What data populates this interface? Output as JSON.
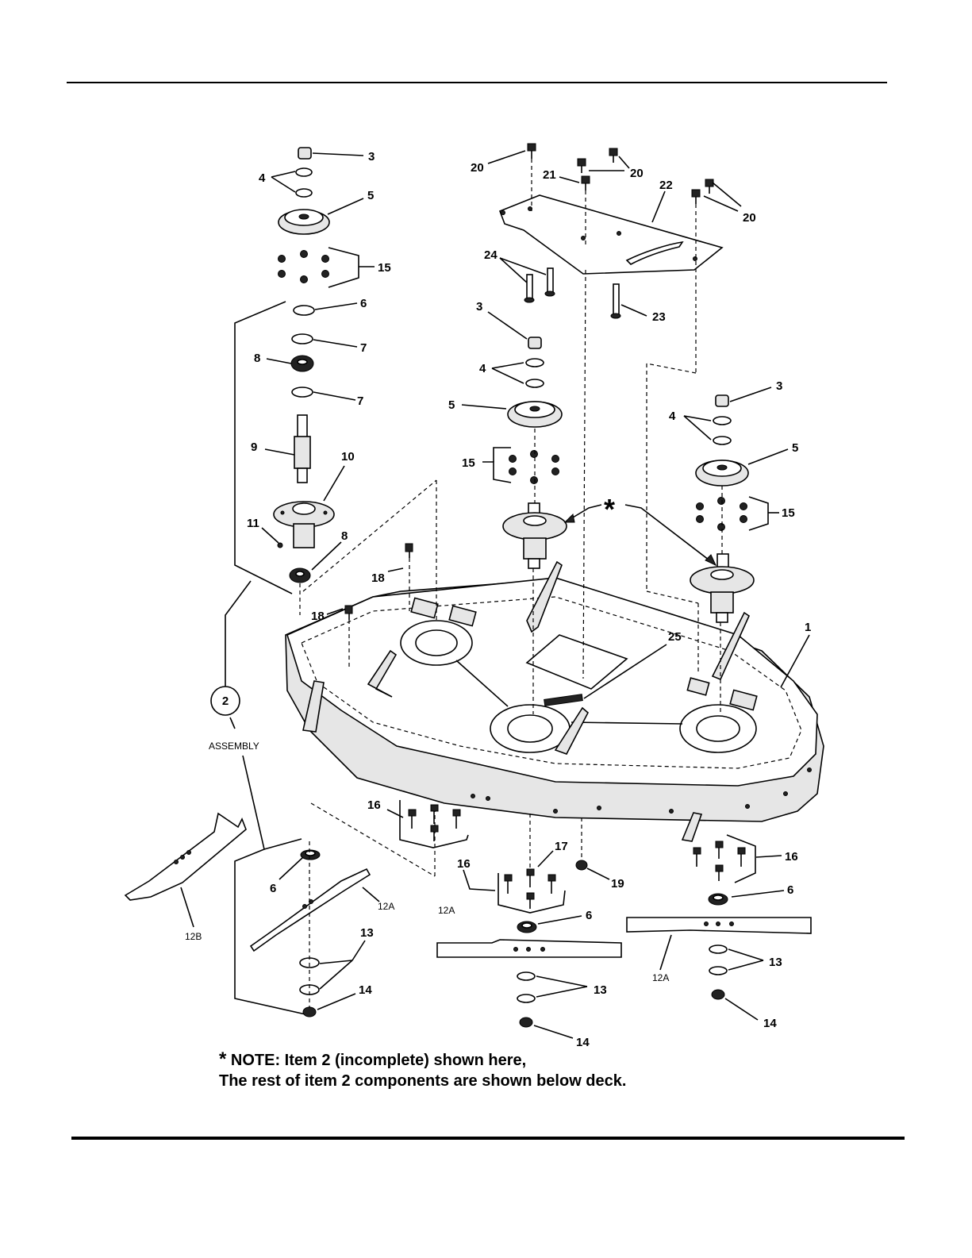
{
  "callouts": {
    "c1": "1",
    "c2": "2",
    "assembly": "ASSEMBLY",
    "c3": "3",
    "c4": "4",
    "c5": "5",
    "c6": "6",
    "c7": "7",
    "c8": "8",
    "c9": "9",
    "c10": "10",
    "c11": "11",
    "c12A": "12A",
    "c12B": "12B",
    "c13": "13",
    "c14": "14",
    "c15": "15",
    "c16": "16",
    "c17": "17",
    "c18": "18",
    "c19": "19",
    "c20": "20",
    "c21": "21",
    "c22": "22",
    "c23": "23",
    "c24": "24",
    "c25": "25",
    "star": "*"
  },
  "note": {
    "star": "*",
    "line1": "NOTE: Item 2 (incomplete) shown here,",
    "line2": "The rest of item 2 components are shown below deck."
  }
}
